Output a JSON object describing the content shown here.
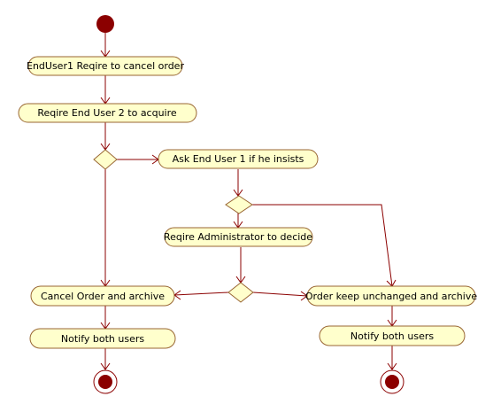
{
  "nodes": {
    "a1": "EndUser1 Reqire to cancel order",
    "a2": "Reqire End User 2 to acquire",
    "a3": "Ask End User 1 if he insists",
    "a4": "Reqire Administrator to decide",
    "a5": "Cancel Order and archive",
    "a6": "Order keep unchanged and archive",
    "a7": "Notify both users",
    "a8": "Notify both users"
  },
  "colors": {
    "action_fill": "#ffffcc",
    "action_border": "#996633",
    "flow_line": "#8b0000",
    "initial_node": "#8b0000"
  }
}
